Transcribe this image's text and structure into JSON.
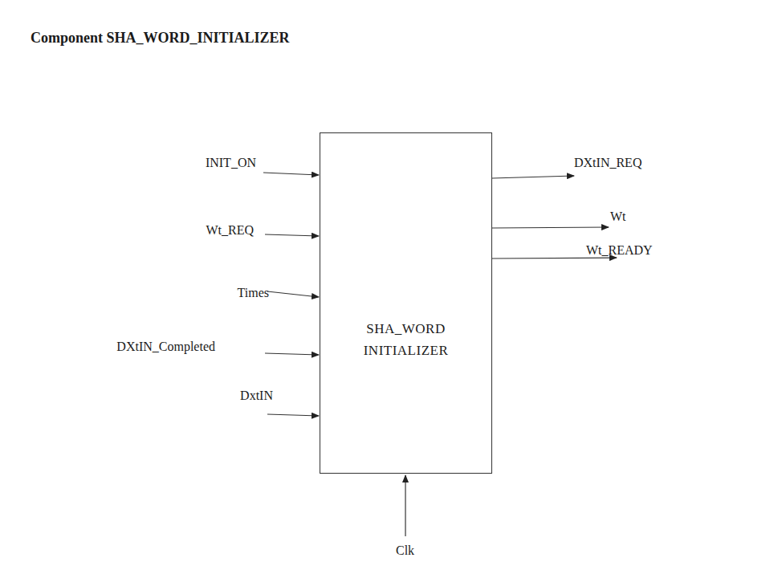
{
  "diagram": {
    "title": "Component SHA_WORD_INITIALIZER",
    "nodes": [
      {
        "text": [
          "SHA_WORD INITIALIZER"
        ]
      }
    ],
    "labels": [
      "INIT_ON",
      "Wt_REQ",
      "Times",
      "DXtIN_Completed",
      "DxtIN",
      "DXtIN_REQ",
      "Wt",
      "Wt_READY",
      "Clk"
    ]
  }
}
